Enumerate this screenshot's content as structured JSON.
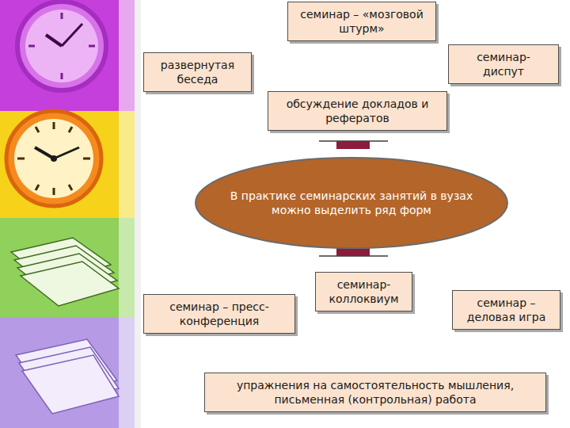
{
  "diagram": {
    "nodes": [
      {
        "text": [
          "семинар – «мозговой штурм»"
        ]
      },
      {
        "text": [
          "семинар-диспут"
        ]
      },
      {
        "text": [
          "развернутая беседа"
        ]
      },
      {
        "text": [
          "обсуждение докладов и рефератов"
        ]
      },
      {
        "text": [
          "В практике семинарских занятий в вузах можно выделить ряд форм"
        ]
      },
      {
        "text": [
          "семинар-коллоквиум"
        ]
      },
      {
        "text": [
          "семинар – деловая игра"
        ]
      },
      {
        "text": [
          "семинар – пресс-конференция"
        ]
      },
      {
        "text": [
          "упражнения на самостоятельность мышления, письменная (контрольная) работа"
        ]
      }
    ]
  }
}
